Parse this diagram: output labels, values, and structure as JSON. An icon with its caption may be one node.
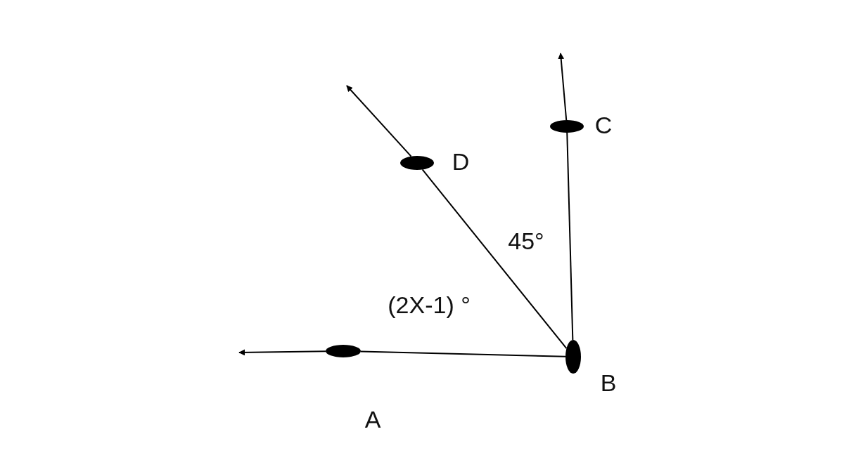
{
  "diagram": {
    "nodes": [
      {
        "text": [
          "A"
        ]
      },
      {
        "text": [
          "B"
        ]
      },
      {
        "text": [
          "C"
        ]
      },
      {
        "text": [
          "D"
        ]
      }
    ],
    "edges": [
      {
        "from": 1,
        "to": 0,
        "arrow": "none"
      },
      {
        "from": 0,
        "to": null,
        "arrow": "to"
      },
      {
        "from": 1,
        "to": 3,
        "arrow": "none"
      },
      {
        "from": 3,
        "to": null,
        "arrow": "to"
      },
      {
        "from": 1,
        "to": 2,
        "arrow": "none"
      },
      {
        "from": 2,
        "to": null,
        "arrow": "to"
      }
    ],
    "labels": [
      "45°",
      "(2X-1) °"
    ]
  }
}
